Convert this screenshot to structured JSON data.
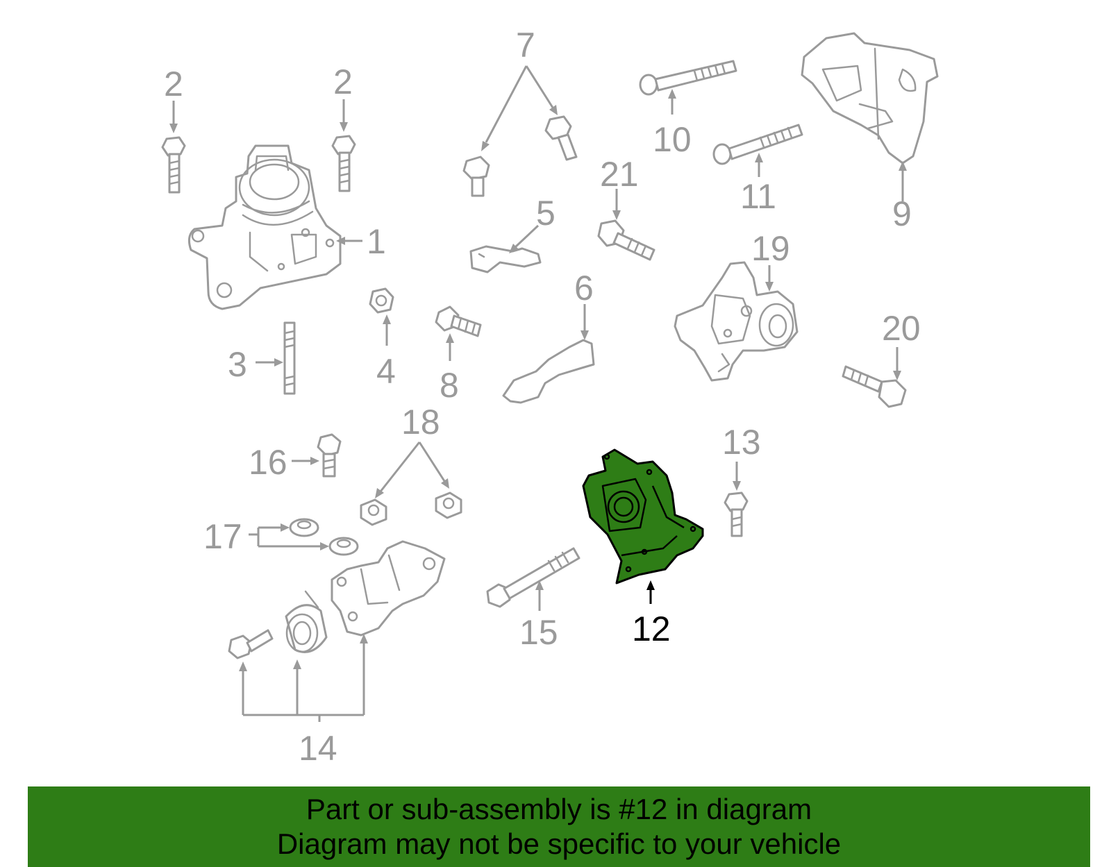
{
  "diagram": {
    "highlight_color": "#2e7d16",
    "part_line_color": "#9a9a9a",
    "highlighted_part": "12",
    "callouts": {
      "c1": "1",
      "c2a": "2",
      "c2b": "2",
      "c3": "3",
      "c4": "4",
      "c5": "5",
      "c6": "6",
      "c7": "7",
      "c8": "8",
      "c9": "9",
      "c10": "10",
      "c11": "11",
      "c12": "12",
      "c13": "13",
      "c14": "14",
      "c15": "15",
      "c16": "16",
      "c17": "17",
      "c18": "18",
      "c19": "19",
      "c20": "20",
      "c21": "21"
    }
  },
  "footer": {
    "line1": "Part or sub-assembly is #12 in diagram",
    "line2": "Diagram may not be specific to your vehicle"
  }
}
